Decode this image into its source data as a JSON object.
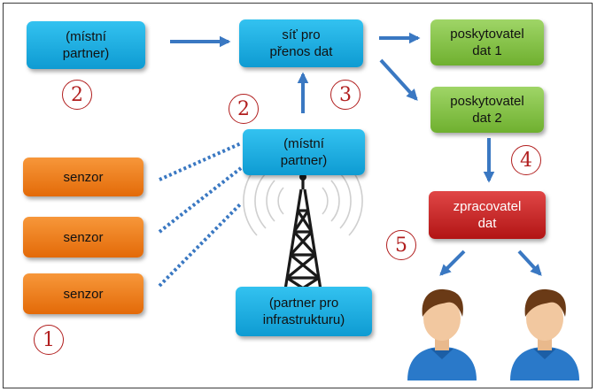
{
  "colors": {
    "partner_blue": "#18a8de",
    "sensor_orange": "#ee7f1e",
    "provider_green": "#86c54b",
    "processor_red": "#c82525",
    "arrow_blue": "#3a78c2",
    "badge_red": "#b11e1e"
  },
  "nodes": {
    "local_partner_top": "(místní\npartner)",
    "network": "síť pro\npřenos dat",
    "provider1": "poskytovatel\ndat 1",
    "provider2": "poskytovatel\ndat 2",
    "local_partner_tower": "(místní\npartner)",
    "sensor1": "senzor",
    "sensor2": "senzor",
    "sensor3": "senzor",
    "processor": "zpracovatel\ndat",
    "infrastructure": "(partner pro\ninfrastrukturu)"
  },
  "badges": {
    "b1": "1",
    "b2_top": "2",
    "b2_mid": "2",
    "b3": "3",
    "b4": "4",
    "b5": "5"
  },
  "icons": [
    "radio-tower-icon",
    "user-icon",
    "user-icon"
  ]
}
